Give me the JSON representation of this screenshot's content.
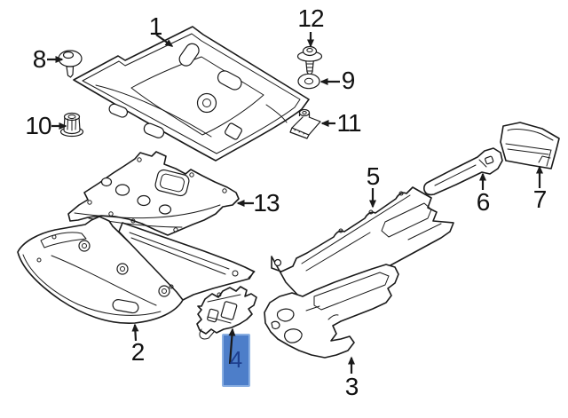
{
  "colors": {
    "line": "#1a1a1a",
    "background": "#ffffff"
  },
  "highlight": {
    "box_fill": "#4d7ec9",
    "box_border": "#8bb0e2",
    "text_color": "#1e3f8f"
  },
  "callouts": {
    "c1": {
      "label": "1"
    },
    "c2": {
      "label": "2"
    },
    "c3": {
      "label": "3"
    },
    "c4": {
      "label": "4"
    },
    "c5": {
      "label": "5"
    },
    "c6": {
      "label": "6"
    },
    "c7": {
      "label": "7"
    },
    "c8": {
      "label": "8"
    },
    "c9": {
      "label": "9"
    },
    "c10": {
      "label": "10"
    },
    "c11": {
      "label": "11"
    },
    "c12": {
      "label": "12"
    },
    "c13": {
      "label": "13"
    }
  }
}
